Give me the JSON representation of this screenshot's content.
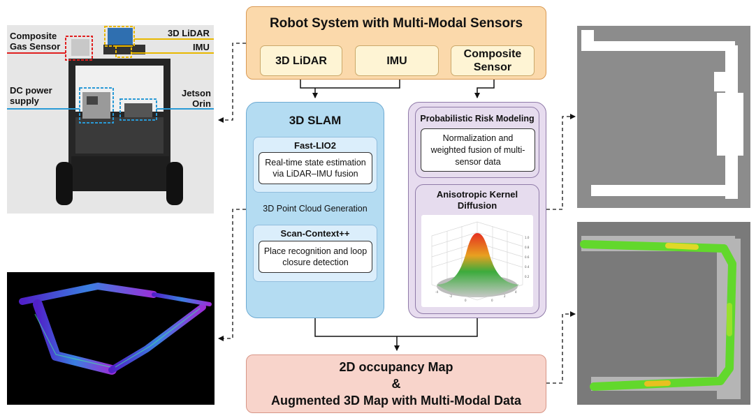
{
  "robot_system": {
    "title": "Robot System with Multi-Modal Sensors",
    "sensors": [
      "3D LiDAR",
      "IMU",
      "Composite\nSensor"
    ]
  },
  "slam": {
    "title": "3D SLAM",
    "fast_lio": {
      "title": "Fast-LIO2",
      "desc": "Real-time state estimation via LiDAR–IMU fusion"
    },
    "point_cloud_label": "3D Point Cloud Generation",
    "scan_context": {
      "title": "Scan-Context++",
      "desc": "Place recognition and loop closure detection"
    }
  },
  "risk": {
    "prob_title": "Probabilistic Risk Modeling",
    "prob_desc": "Normalization and weighted fusion of multi-sensor data",
    "kernel_title": "Anisotropic Kernel Diffusion"
  },
  "output": {
    "line1": "2D occupancy Map",
    "line2": "&",
    "line3": "Augmented 3D Map with Multi-Modal Data"
  },
  "robot_photo_labels": {
    "gas_sensor": "Composite\nGas Sensor",
    "lidar": "3D LiDAR",
    "imu": "IMU",
    "power": "DC power\nsupply",
    "jetson": "Jetson\nOrin"
  },
  "colors": {
    "robot_box": "#fbd9ab",
    "slam_panel": "#b4dcf2",
    "risk_panel": "#e7dcef",
    "output_box": "#f8d4cb",
    "gas_marker": "#e02020",
    "lidar_marker": "#e8b800",
    "power_marker": "#2a9ad6"
  }
}
